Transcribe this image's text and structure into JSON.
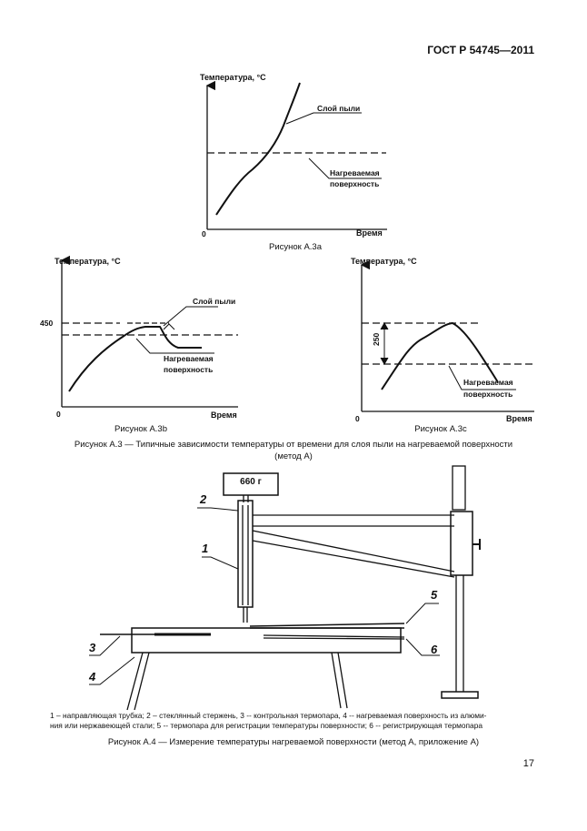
{
  "header": {
    "standard": "ГОСТ Р 54745—2011"
  },
  "figure_a3a": {
    "y_label": "Температура, °С",
    "x_label": "Время",
    "origin": "0",
    "dust_label": "Слой пыли",
    "surface_label_1": "Нагреваемая",
    "surface_label_2": "поверхность",
    "caption": "Рисунок А.3а"
  },
  "figure_a3b": {
    "y_label": "Температура, °С",
    "x_label": "Время",
    "origin": "0",
    "tick_value": "450",
    "dust_label": "Слой пыли",
    "surface_label_1": "Нагреваемая",
    "surface_label_2": "поверхность",
    "caption": "Рисунок А.3b"
  },
  "figure_a3c": {
    "y_label": "Температура, °С",
    "x_label": "Время",
    "origin": "0",
    "delta_value": "250",
    "surface_label_1": "Нагреваемая",
    "surface_label_2": "поверхность",
    "caption": "Рисунок А.3с"
  },
  "figure_a3_caption_1": "Рисунок А.3 — Типичные зависимости температуры от времени для слоя пыли на нагреваемой поверхности",
  "figure_a3_caption_2": "(метод А)",
  "figure_a4": {
    "weight_label": "660 г",
    "callouts": [
      "1",
      "2",
      "3",
      "4",
      "5",
      "6"
    ],
    "legend_line_1": "1 – направляющая трубка; 2 – стеклянный стержень, 3 -- контрольная термопара, 4 -- нагреваемая поверхность из алюми-",
    "legend_line_2": "ния или нержавеющей стали; 5 -- термопара для регистрации температуры поверхности; 6 -- регистрирующая термопара",
    "caption": "Рисунок А.4 — Измерение температуры нагреваемой поверхности (метод А, приложение А)"
  },
  "page_number": "17"
}
